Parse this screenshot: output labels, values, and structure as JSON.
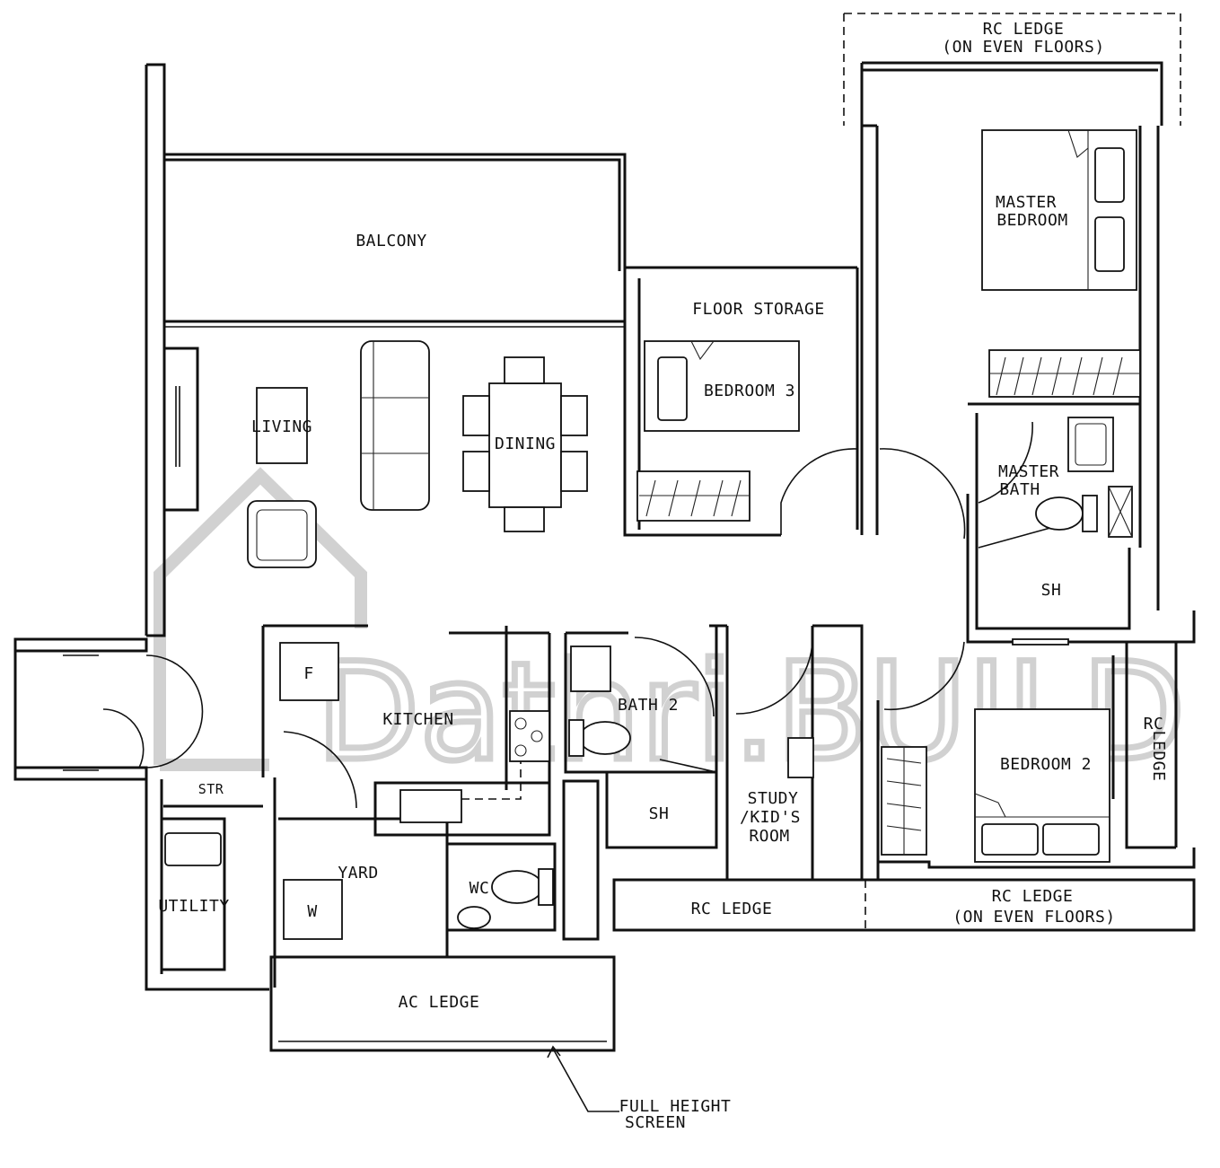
{
  "floorplan": {
    "rooms": {
      "balcony": "BALCONY",
      "living": "LIVING",
      "dining": "DINING",
      "floor_storage": "FLOOR STORAGE",
      "bedroom3": "BEDROOM 3",
      "master_bedroom": [
        "MASTER",
        "BEDROOM"
      ],
      "master_bath": [
        "MASTER",
        "BATH"
      ],
      "master_sh": "SH",
      "kitchen": "KITCHEN",
      "fridge": "F",
      "bath2": "BATH 2",
      "bath2_sh": "SH",
      "str": "STR",
      "utility": "UTILITY",
      "yard": "YARD",
      "washer": "W",
      "wc": "WC",
      "study": [
        "STUDY",
        "/KID'S",
        "ROOM"
      ],
      "bedroom2": "BEDROOM 2",
      "ac_ledge": "AC LEDGE"
    },
    "ledges": {
      "top_rc": [
        "RC LEDGE",
        "(ON EVEN FLOORS)"
      ],
      "right_rc": [
        "RC",
        "LEDGE"
      ],
      "bottom_rc": "RC LEDGE",
      "bottom_right_rc": [
        "RC LEDGE",
        "(ON EVEN FLOORS)"
      ]
    },
    "annotations": {
      "screen": [
        "FULL HEIGHT",
        "SCREEN"
      ]
    },
    "watermark": "Dathri.BUILD"
  }
}
